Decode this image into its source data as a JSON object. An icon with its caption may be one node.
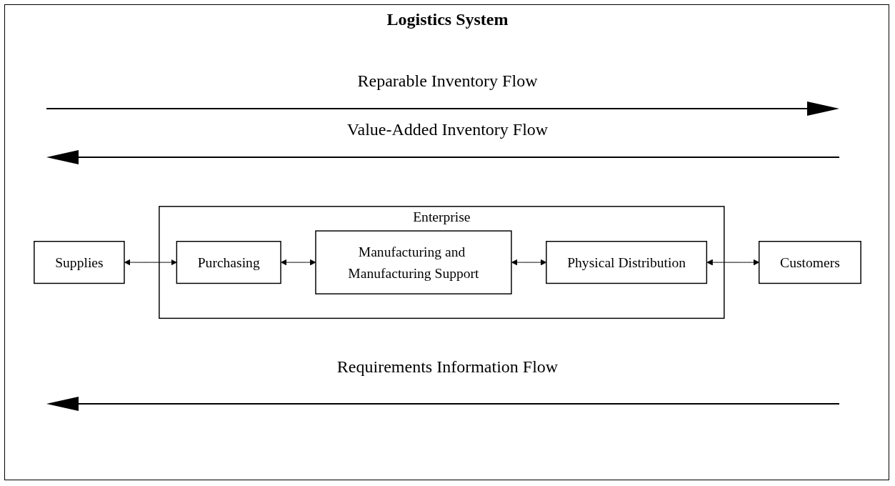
{
  "diagram": {
    "title": "Logistics System",
    "nodes": [
      {
        "text": [
          "Supplies"
        ]
      },
      {
        "text": [
          "Enterprise"
        ]
      },
      {
        "text": [
          "Purchasing"
        ],
        "in": 1
      },
      {
        "text": [
          "Manufacturing and Manufacturing Support"
        ],
        "in": 1
      },
      {
        "text": [
          "Physical Distribution"
        ],
        "in": 1
      },
      {
        "text": [
          "Customers"
        ]
      }
    ],
    "edges": [
      {
        "from": 0,
        "to": 2,
        "arrow": "both"
      },
      {
        "from": 2,
        "to": 3,
        "arrow": "both"
      },
      {
        "from": 3,
        "to": 4,
        "arrow": "both"
      },
      {
        "from": 4,
        "to": 5,
        "arrow": "both"
      }
    ],
    "labels": [
      "Reparable Inventory Flow",
      "Value-Added Inventory Flow",
      "Requirements Information Flow"
    ]
  }
}
